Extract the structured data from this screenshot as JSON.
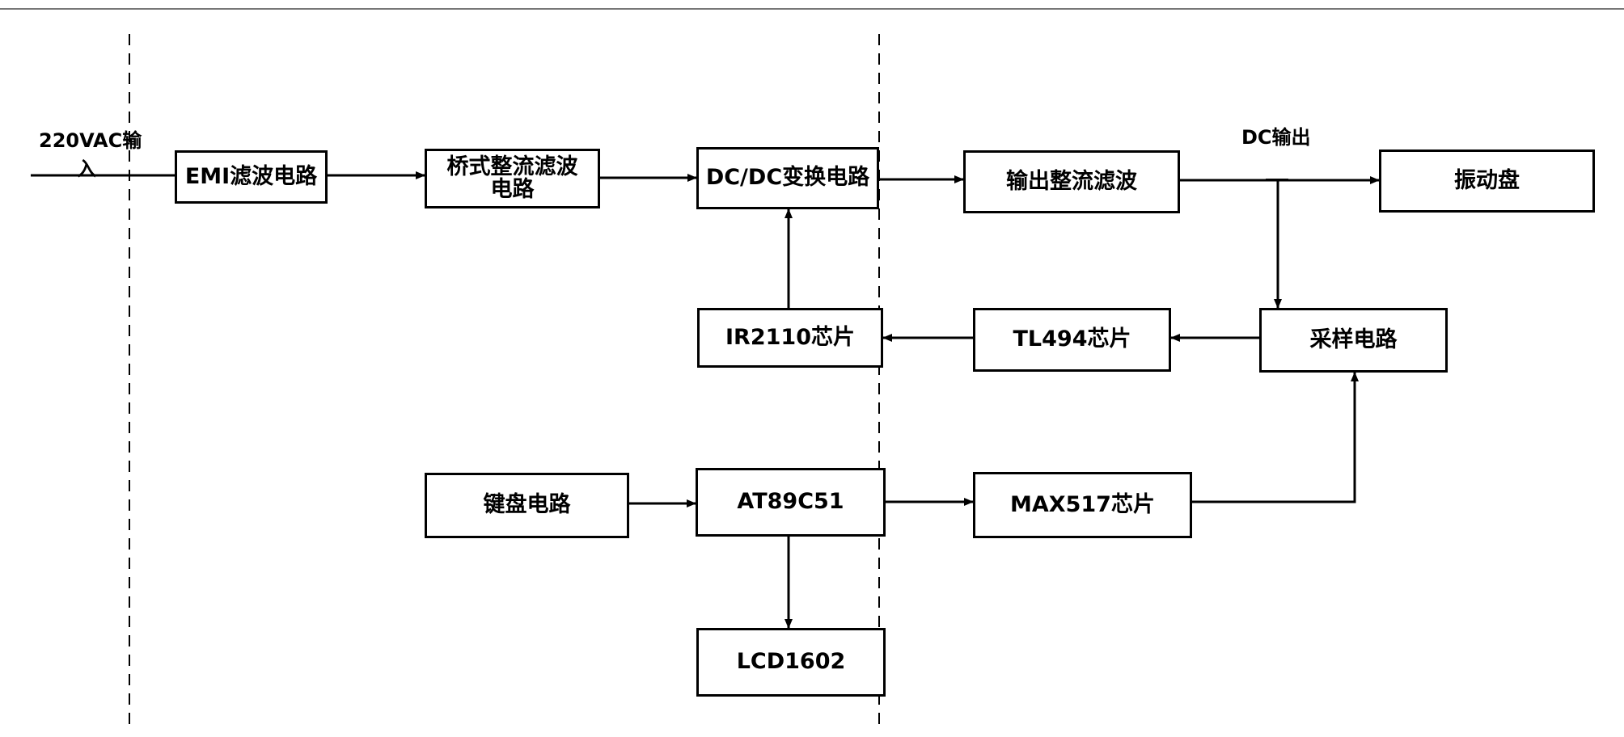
{
  "input_label": "220VAC输入",
  "output_label": "DC输出",
  "blocks": {
    "emi": "EMI滤波电路",
    "bridge": "桥式整流滤波电路",
    "dcdc": "DC/DC变换电路",
    "out_rect": "输出整流滤波",
    "vibrator": "振动盘",
    "ir2110": "IR2110芯片",
    "tl494": "TL494芯片",
    "sampling": "采样电路",
    "keyboard": "键盘电路",
    "mcu": "AT89C51",
    "max517": "MAX517芯片",
    "lcd": "LCD1602"
  }
}
